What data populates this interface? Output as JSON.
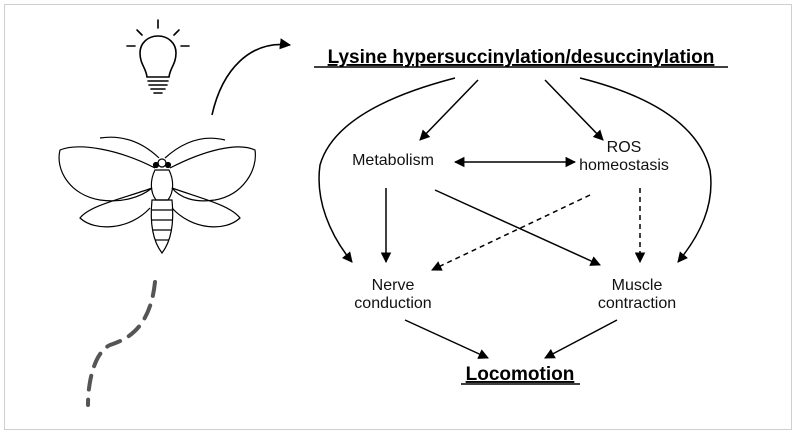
{
  "diagram": {
    "top_node": "Lysine hypersuccinylation/desuccinylation",
    "metabolism": "Metabolism",
    "ros_line1": "ROS",
    "ros_line2": "homeostasis",
    "nerve_line1": "Nerve",
    "nerve_line2": "conduction",
    "muscle_line1": "Muscle",
    "muscle_line2": "contraction",
    "bottom_node": "Locomotion"
  },
  "icons": {
    "lightbulb": "lightbulb-icon",
    "moth": "moth-icon"
  },
  "colors": {
    "line": "#000000",
    "frame_border": "#cfcfcf"
  }
}
